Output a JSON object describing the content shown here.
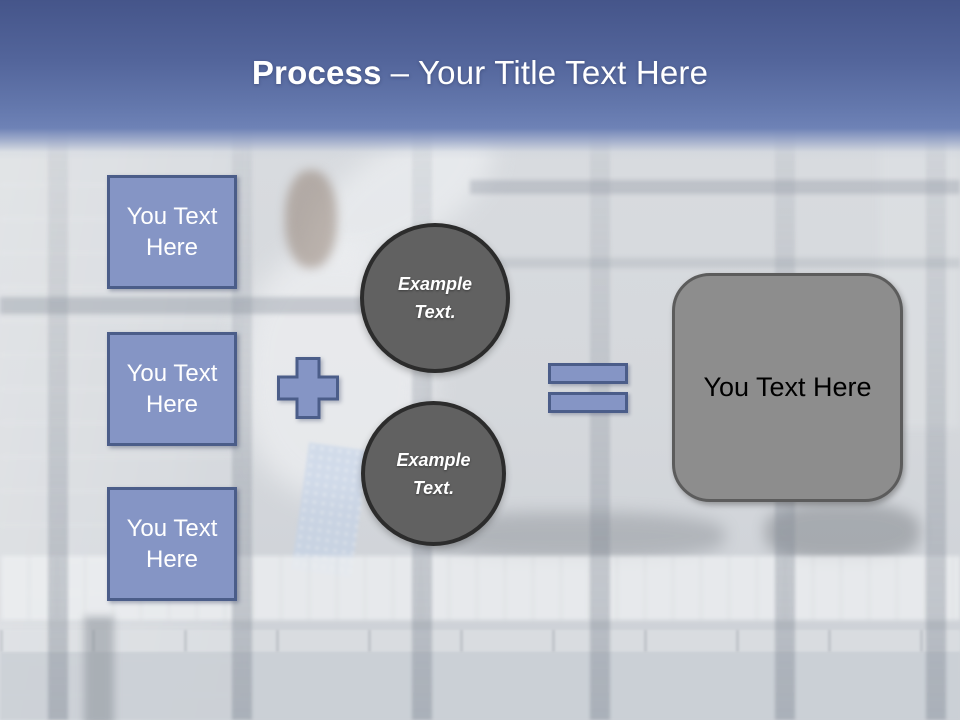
{
  "slide": {
    "title": {
      "bold": "Process",
      "rest": "– Your Title Text Here"
    },
    "left_boxes": [
      {
        "label": "You Text Here"
      },
      {
        "label": "You Text Here"
      },
      {
        "label": "You Text Here"
      }
    ],
    "operators": {
      "plus": "plus",
      "equals": "equals"
    },
    "circles": [
      {
        "label": "Example Text."
      },
      {
        "label": "Example Text."
      }
    ],
    "result_box": {
      "label": "You Text Here"
    },
    "background": {
      "description": "faded photo of a man in white shirt and blue tie sitting on a prison cell bed behind bars"
    },
    "colors": {
      "header_top": "#45558a",
      "header_bottom": "#6e82b6",
      "shape_blue_fill": "#8595c5",
      "shape_blue_border": "#4b5d89",
      "circle_fill": "#616161",
      "circle_border": "#2c2c2c",
      "result_fill": "#8d8d8d",
      "result_border": "#5c5c5c",
      "title_text": "#ffffff",
      "box_text": "#ffffff",
      "circle_text": "#ffffff",
      "result_text": "#000000"
    }
  }
}
